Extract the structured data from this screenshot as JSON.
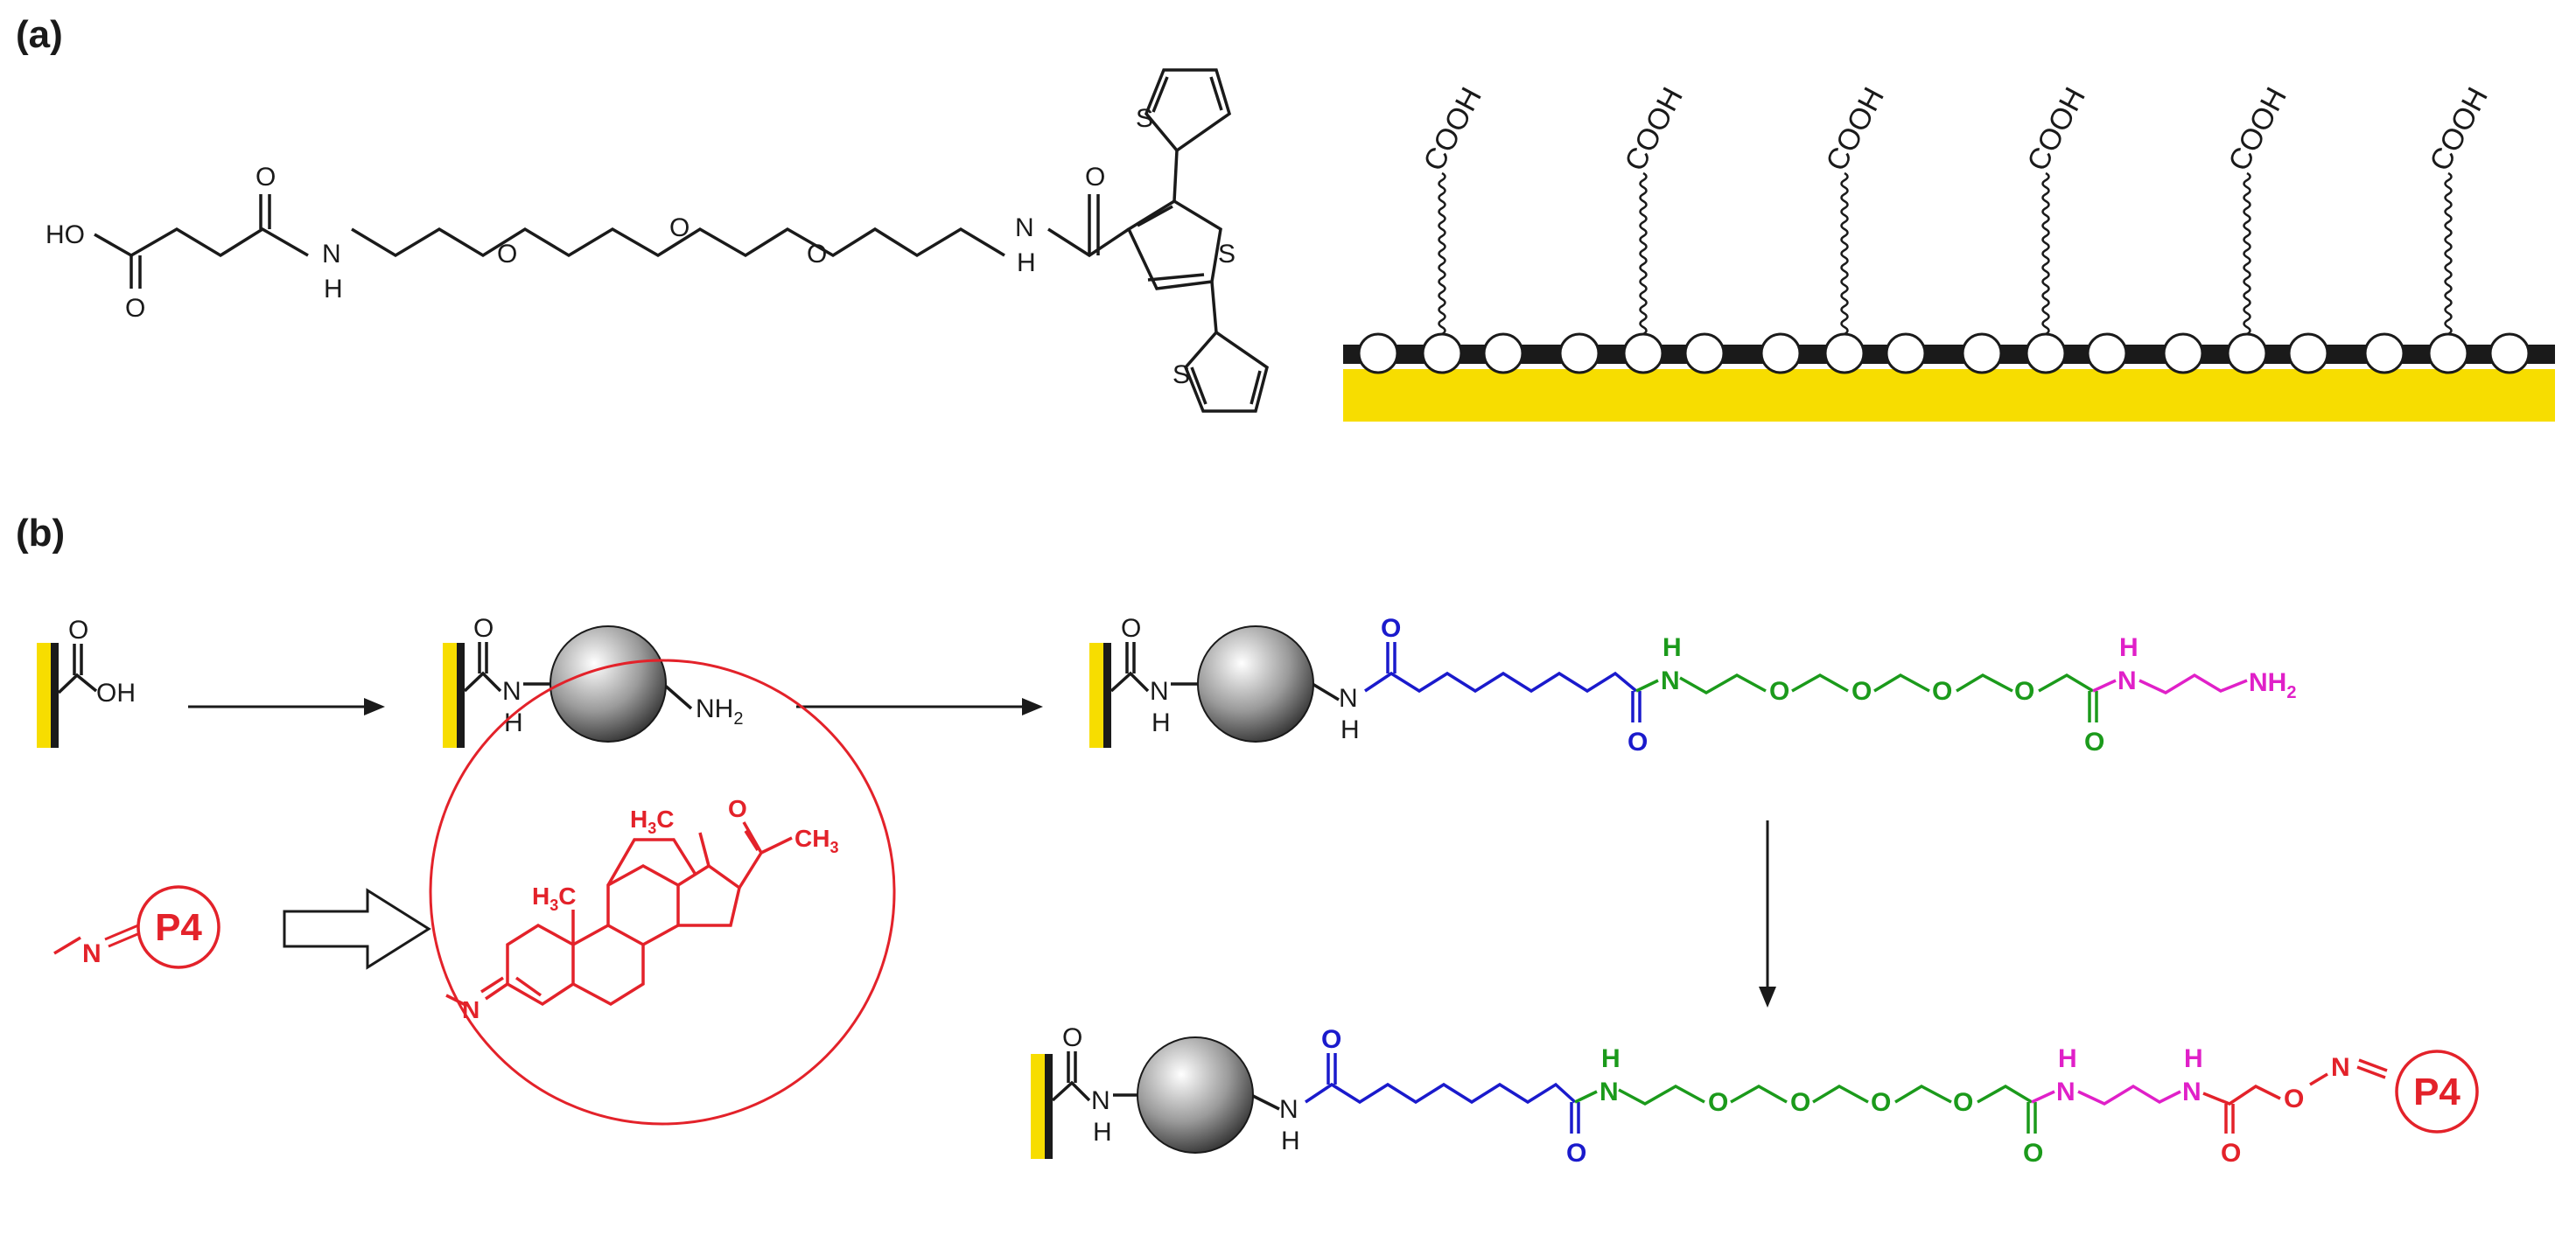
{
  "panels": {
    "a": "(a)",
    "b": "(b)"
  },
  "colors": {
    "black": "#1a1a1a",
    "gold": "#f7dd00",
    "blue": "#1a1acc",
    "green": "#1b9a1b",
    "magenta": "#e020c8",
    "red": "#e3222a"
  },
  "molecule_a": {
    "HO": "HO",
    "O": "O",
    "N": "N",
    "H": "H",
    "S": "S"
  },
  "surface_a": {
    "COOH": "COOH",
    "count": 6
  },
  "scheme_b": {
    "OH": "OH",
    "O": "O",
    "N": "N",
    "H": "H",
    "NH": "NH",
    "NH2": "NH",
    "sub2": "2",
    "P4": "P4",
    "H3C": "H",
    "CH3": "CH",
    "sub3": "3"
  }
}
